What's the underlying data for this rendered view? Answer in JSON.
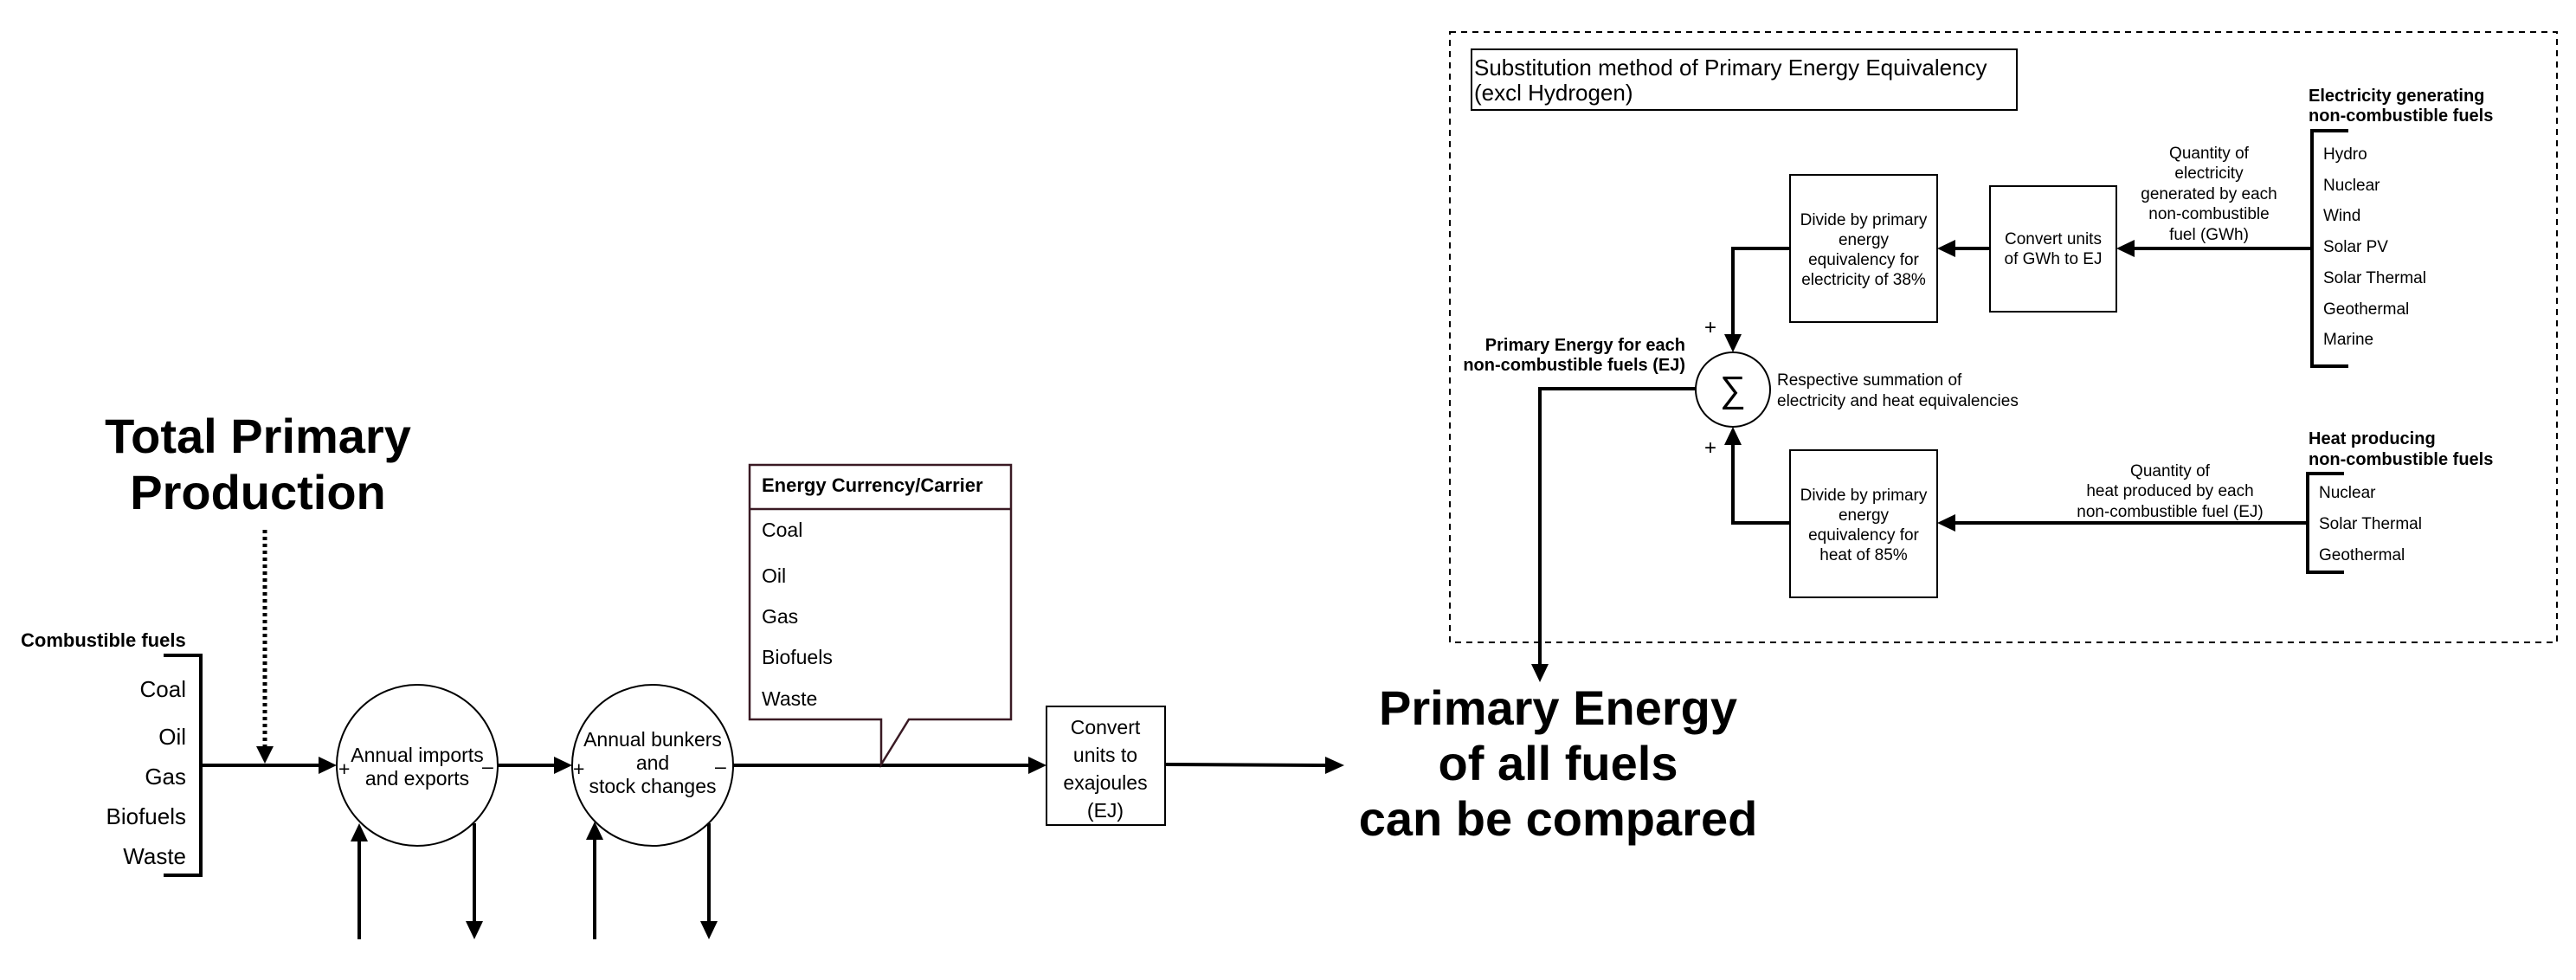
{
  "left": {
    "title_lines": [
      "Total Primary",
      "Production"
    ],
    "combustible": {
      "header": "Combustible fuels",
      "items": [
        "Coal",
        "Oil",
        "Gas",
        "Biofuels",
        "Waste"
      ]
    },
    "imports_node": {
      "lines": [
        "Annual imports",
        "and exports"
      ],
      "plus": "+",
      "minus": "–"
    },
    "bunkers_node": {
      "lines": [
        "Annual bunkers",
        "and",
        "stock changes"
      ],
      "plus": "+",
      "minus": "–"
    },
    "carrier_callout": {
      "header": "Energy Currency/Carrier",
      "items": [
        "Coal",
        "Oil",
        "Gas",
        "Biofuels",
        "Waste"
      ],
      "border_color": "#3a1a24"
    },
    "convert_box": {
      "lines": [
        "Convert",
        "units to",
        "exajoules",
        "(EJ)"
      ]
    },
    "result_lines": [
      "Primary Energy",
      "of all fuels",
      "can be compared"
    ]
  },
  "substitution": {
    "title_lines": [
      "Substitution method of Primary Energy Equivalency",
      "(excl Hydrogen)"
    ],
    "electricity": {
      "header_lines": [
        "Electricity generating",
        "non-combustible fuels"
      ],
      "items": [
        "Hydro",
        "Nuclear",
        "Wind",
        "Solar PV",
        "Solar Thermal",
        "Geothermal",
        "Marine"
      ],
      "flow_label_lines": [
        "Quantity of",
        "electricity",
        "generated by each",
        "non-combustible",
        "fuel (GWh)"
      ],
      "convert_box_lines": [
        "Convert units",
        "of GWh to EJ"
      ],
      "divide_box_lines": [
        "Divide by primary",
        "energy",
        "equivalency for",
        "electricity of 38%"
      ],
      "equivalency_percent": 38
    },
    "heat": {
      "header_lines": [
        "Heat producing",
        "non-combustible fuels"
      ],
      "items": [
        "Nuclear",
        "Solar Thermal",
        "Geothermal"
      ],
      "flow_label_lines": [
        "Quantity of",
        "heat produced by each",
        "non-combustible fuel (EJ)"
      ],
      "divide_box_lines": [
        "Divide by primary",
        "energy",
        "equivalency for",
        "heat of 85%"
      ],
      "equivalency_percent": 85
    },
    "sum_node": {
      "symbol": "∑",
      "plus_top": "+",
      "plus_bottom": "+",
      "description_lines": [
        "Respective summation of",
        "electricity and heat equivalencies"
      ]
    },
    "output_label_lines": [
      "Primary Energy for each",
      "non-combustible fuels (EJ)"
    ]
  }
}
